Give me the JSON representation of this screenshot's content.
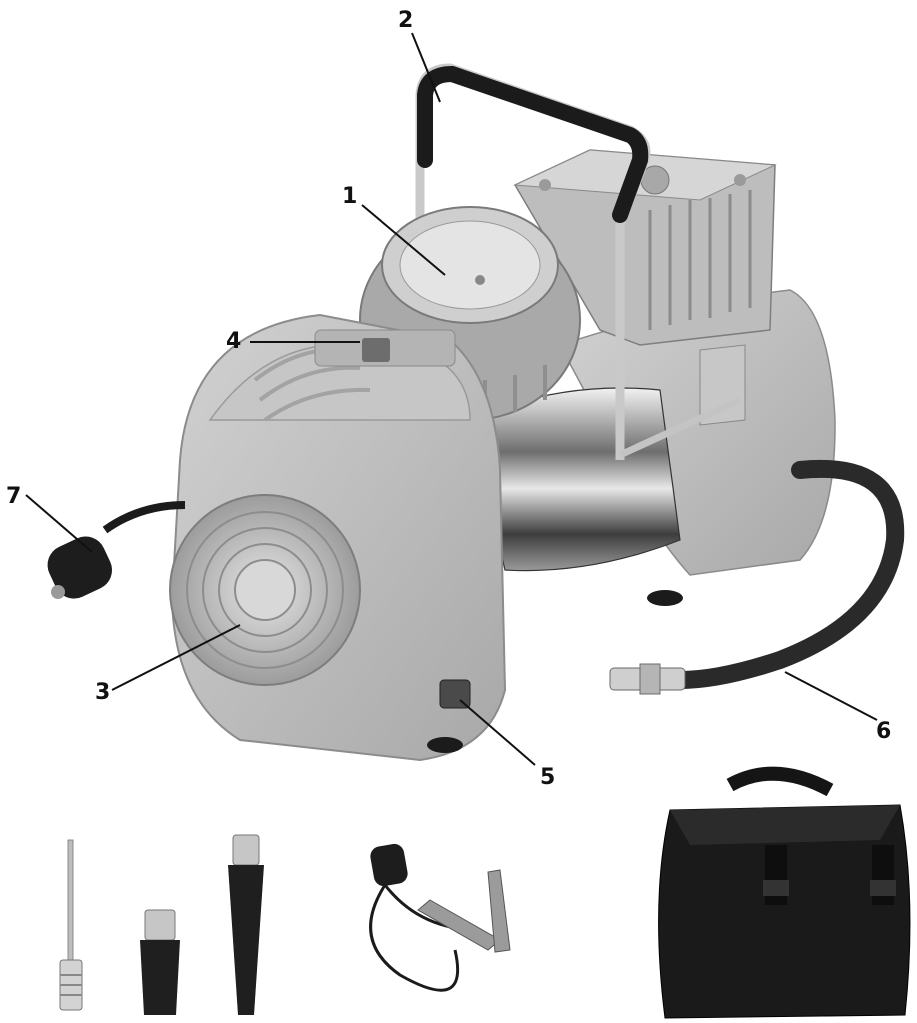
{
  "callouts": [
    {
      "id": "c1",
      "label": "1"
    },
    {
      "id": "c2",
      "label": "2"
    },
    {
      "id": "c3",
      "label": "3"
    },
    {
      "id": "c4",
      "label": "4"
    },
    {
      "id": "c5",
      "label": "5"
    },
    {
      "id": "c6",
      "label": "6"
    },
    {
      "id": "c7",
      "label": "7"
    }
  ],
  "colors": {
    "housing": "#b9b9b9",
    "housing_dark": "#8e8e8e",
    "chrome": "#d9d9d9",
    "black_parts": "#1d1d1d",
    "leader_lines": "#111111"
  },
  "illustrated_items": [
    "air-compressor",
    "pressure-gauge",
    "carry-handle",
    "work-light",
    "light-switch",
    "on-off-switch",
    "air-hose",
    "power-cable-plug",
    "ball-needle-adapter",
    "valve-adapter",
    "cone-nozzle-adapter",
    "battery-clamp-cable",
    "storage-bag"
  ]
}
